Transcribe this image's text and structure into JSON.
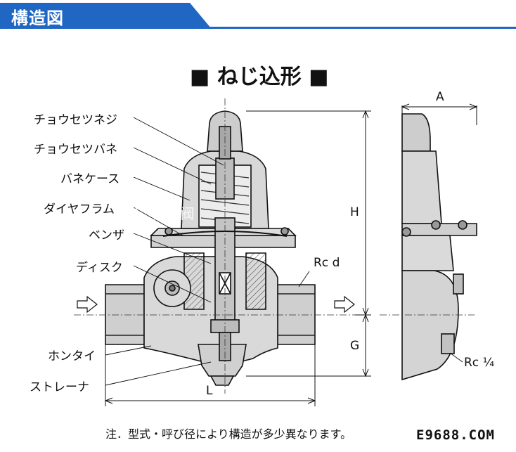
{
  "header": {
    "title": "構造図"
  },
  "diagram": {
    "title": "■ ねじ込形 ■",
    "parts": [
      "チョウセツネジ",
      "チョウセツバネ",
      "バネケース",
      "ダイヤフラム",
      "ベンザ",
      "ディスク",
      "ホンタイ",
      "ストレーナ"
    ],
    "dimensions": {
      "A": "A",
      "H": "H",
      "G": "G",
      "L": "L",
      "rc_d": "Rc d",
      "rc_quarter": "Rc ¼"
    }
  },
  "note": "注．型式・呼び径により構造が多少異なります。",
  "watermark": "E9688.COM",
  "overlay_text": "汽 压 阀"
}
